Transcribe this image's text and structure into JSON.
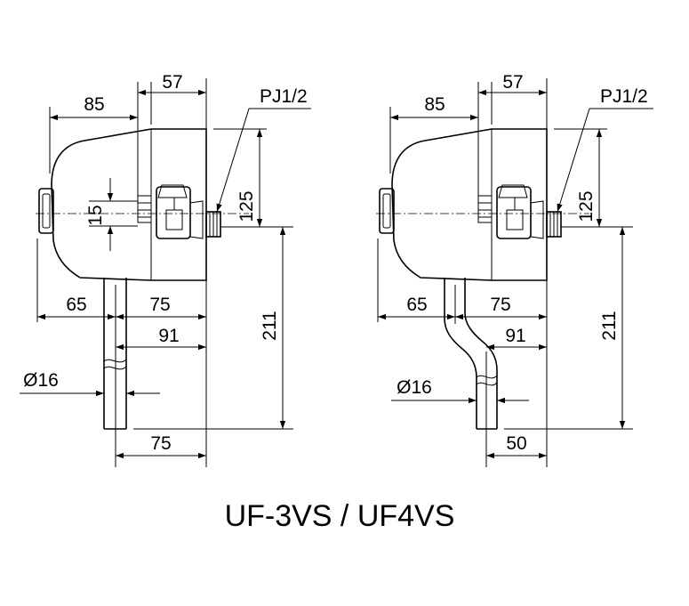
{
  "caption": "UF-3VS / UF4VS",
  "left_drawing": {
    "dims": {
      "d85": "85",
      "d57": "57",
      "thread": "PJ1/2",
      "d125": "125",
      "d15": "15",
      "d65": "65",
      "d75": "75",
      "d91": "91",
      "d211": "211",
      "d16": "Ø16",
      "d75b": "75"
    }
  },
  "right_drawing": {
    "dims": {
      "d85": "85",
      "d57": "57",
      "thread": "PJ1/2",
      "d125": "125",
      "d65": "65",
      "d75": "75",
      "d91": "91",
      "d211": "211",
      "d16": "Ø16",
      "d50": "50"
    }
  }
}
